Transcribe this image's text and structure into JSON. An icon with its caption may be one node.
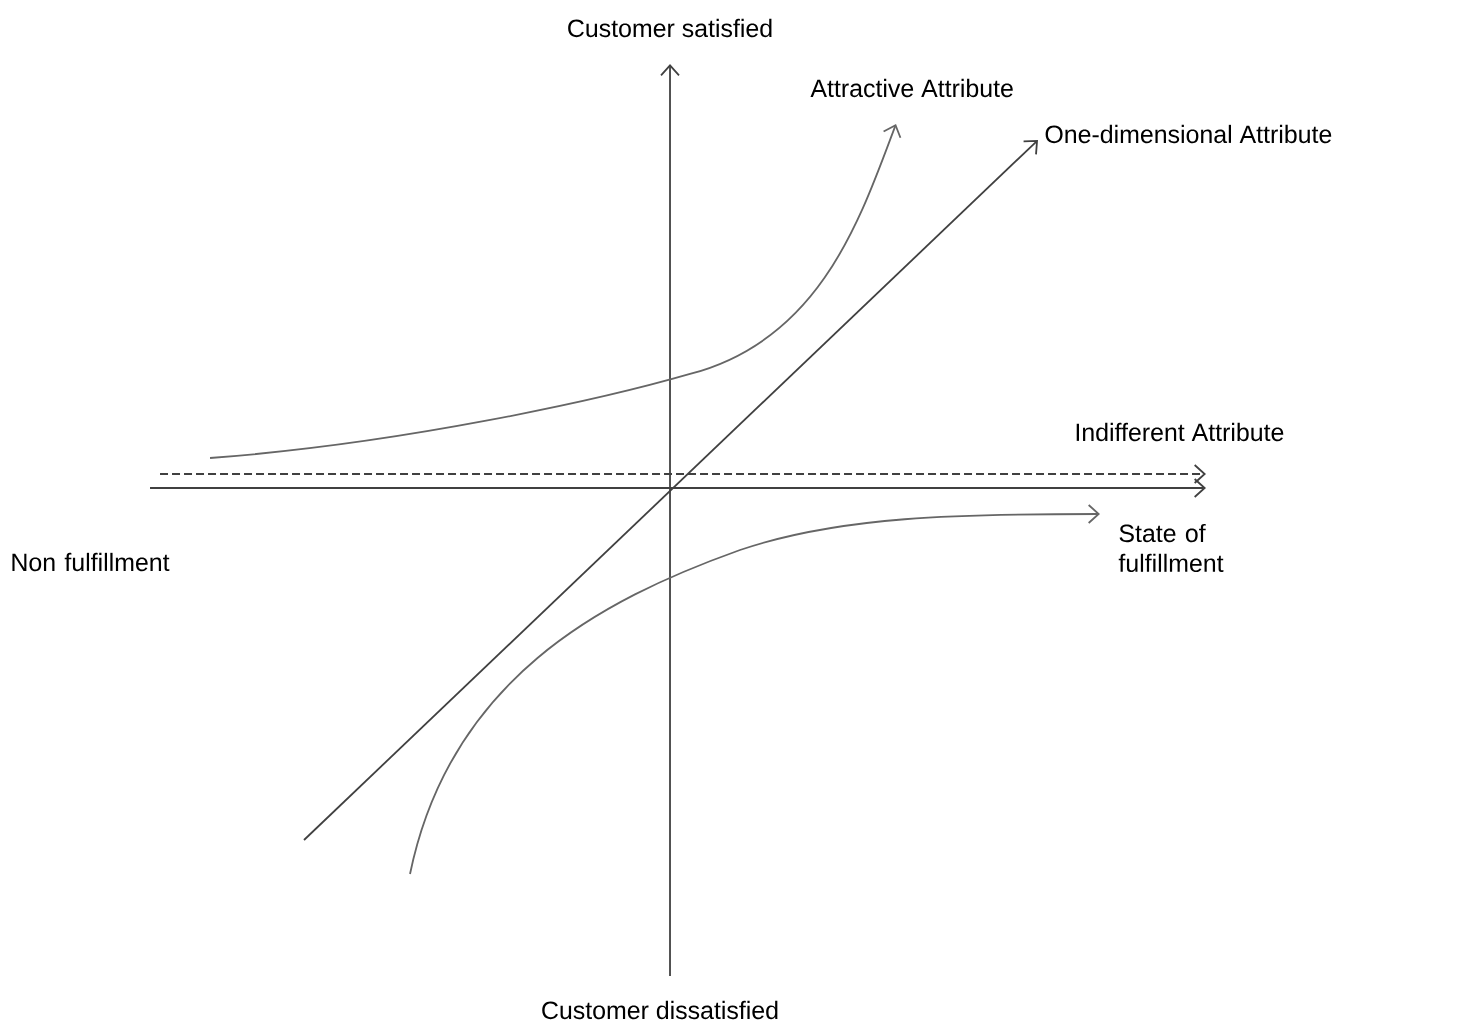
{
  "diagram": {
    "labels": [
      "Customer satisfied",
      "Attractive Attribute",
      "One-dimensional Attribute",
      "Indifferent Attribute",
      "Non fulfillment",
      "State of fulfillment",
      "Customer dissatisfied"
    ]
  }
}
